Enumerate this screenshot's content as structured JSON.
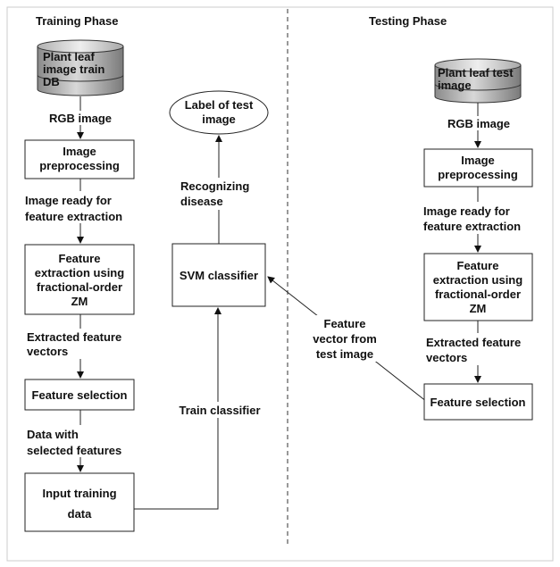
{
  "training": {
    "title": "Training Phase",
    "db_line1": "Plant leaf",
    "db_line2": "image train",
    "db_line3": "DB",
    "rgb": "RGB image",
    "preproc_line1": "Image",
    "preproc_line2": "preprocessing",
    "ready_line1": "Image ready for",
    "ready_line2": "feature extraction",
    "extract_line1": "Feature",
    "extract_line2": "extraction using",
    "extract_line3": "fractional-order",
    "extract_line4": "ZM",
    "vectors_line1": "Extracted feature",
    "vectors_line2": "vectors",
    "selection": "Feature selection",
    "data_line1": "Data with",
    "data_line2": "selected features",
    "input_line1": "Input training",
    "input_line2": "data"
  },
  "classifier": {
    "label_line1": "Label of test",
    "label_line2": "image",
    "recog_line1": "Recognizing",
    "recog_line2": "disease",
    "svm": "SVM classifier",
    "train": "Train classifier",
    "fv_line1": "Feature",
    "fv_line2": "vector from",
    "fv_line3": "test image"
  },
  "testing": {
    "title": "Testing Phase",
    "db_line1": "Plant leaf test",
    "db_line2": "image",
    "rgb": "RGB image",
    "preproc_line1": "Image",
    "preproc_line2": "preprocessing",
    "ready_line1": "Image ready for",
    "ready_line2": "feature extraction",
    "extract_line1": "Feature",
    "extract_line2": "extraction using",
    "extract_line3": "fractional-order",
    "extract_line4": "ZM",
    "vectors_line1": "Extracted feature",
    "vectors_line2": "vectors",
    "selection": "Feature selection"
  }
}
